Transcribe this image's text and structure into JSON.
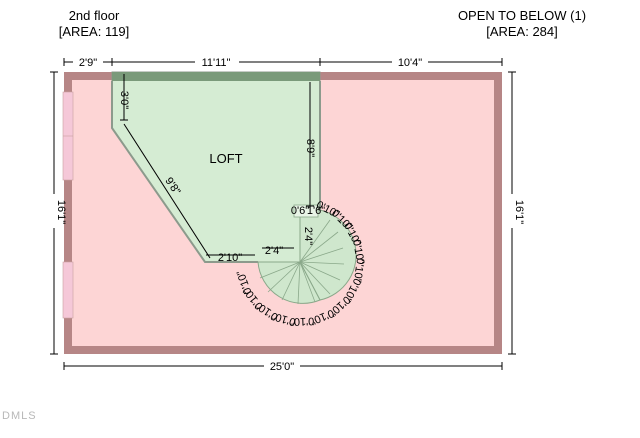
{
  "floor_name": "2nd floor",
  "floor_area": "[AREA: 119]",
  "open_title": "OPEN TO BELOW (1)",
  "open_area": "[AREA: 284]",
  "room_label": "LOFT",
  "dims": {
    "top_left": "2'9\"",
    "top_mid": "11'11\"",
    "top_right": "10'4\"",
    "left_side": "16'1\"",
    "right_side": "16'1\"",
    "bottom": "25'0\"",
    "loft_top_left": "3'0\"",
    "loft_diag": "9'8\"",
    "loft_right": "8'9\"",
    "loft_bottom": "2'10\"",
    "stair_landing": "2'4\"",
    "stair_small_a": "0'6\"",
    "stair_small_b": "1'6\"",
    "stair_small_c": "2'4\"",
    "tread": "0'10\""
  },
  "watermark": "DMLS",
  "colors": {
    "open_fill": "#fdd5d5",
    "loft_fill": "#d5ecd3",
    "wall": "#b68686",
    "window": "#f5c8d8"
  }
}
